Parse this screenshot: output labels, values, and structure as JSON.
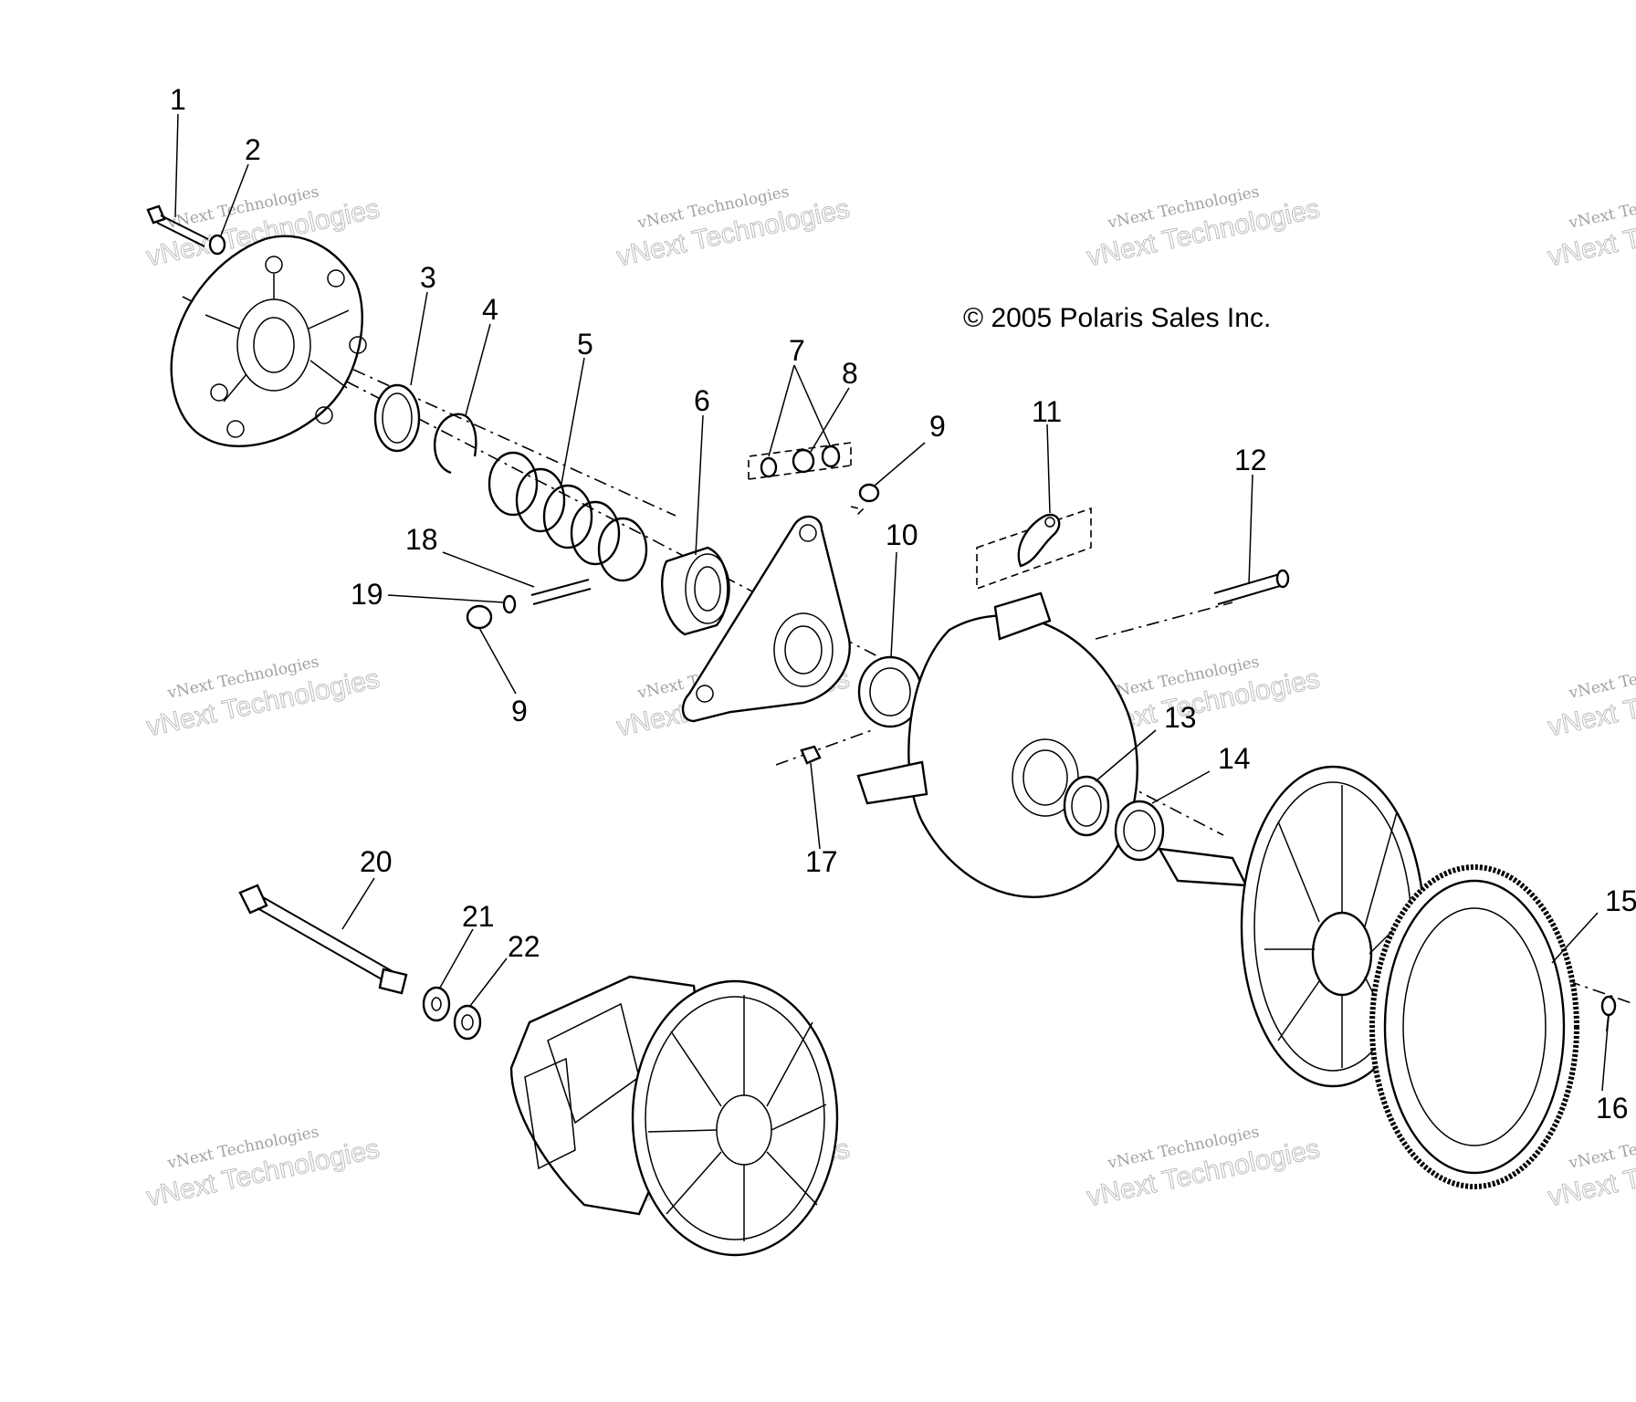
{
  "copyright": "© 2005 Polaris Sales Inc.",
  "watermark": {
    "line1": "vNext Technologies",
    "line2": "vNext Technologies"
  },
  "callouts": [
    "1",
    "2",
    "3",
    "4",
    "5",
    "6",
    "7",
    "8",
    "9",
    "9",
    "10",
    "11",
    "12",
    "13",
    "14",
    "15",
    "16",
    "17",
    "18",
    "19",
    "20",
    "21",
    "22"
  ]
}
